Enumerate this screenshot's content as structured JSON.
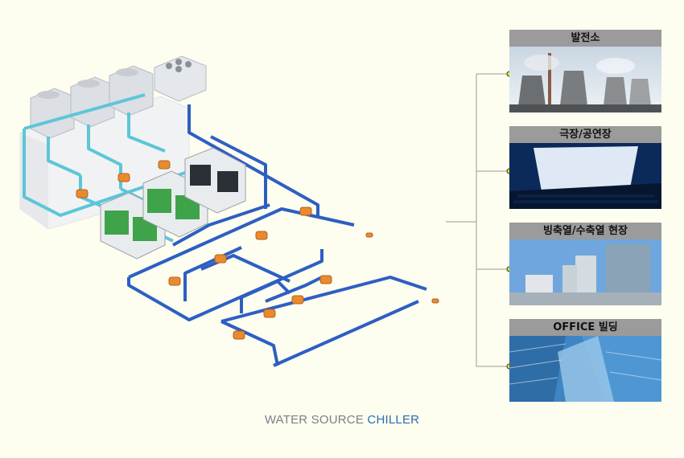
{
  "diagram": {
    "caption_part1": "WATER SOURCE ",
    "caption_part2": "CHILLER"
  },
  "applications": [
    {
      "label": "발전소",
      "image": "power-plant-cooling-towers"
    },
    {
      "label": "극장/공연장",
      "image": "movie-theater-screen"
    },
    {
      "label": "빙축열/수축열 현장",
      "image": "industrial-storage-tanks"
    },
    {
      "label": "OFFICE 빌딩",
      "image": "glass-office-buildings"
    }
  ],
  "colors": {
    "background": "#fdfdf0",
    "condenser_pipe": "#5cc6d8",
    "chilled_pipe": "#2d5fc2",
    "pump": "#e98a2e",
    "chiller_green": "#3fa34a",
    "connector_dot": "#f4e21a"
  }
}
